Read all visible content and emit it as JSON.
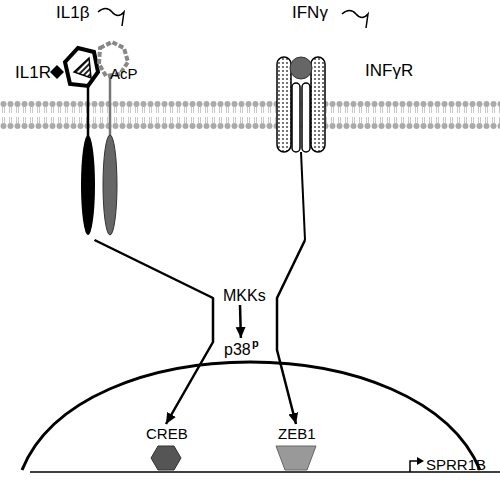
{
  "diagram": {
    "nodes": [
      {
        "text": [
          "IL1R",
          "AcP"
        ]
      },
      {
        "text": [
          "INFγR"
        ]
      },
      {
        "text": [
          "MKKs"
        ]
      },
      {
        "text": [
          "p38",
          "p"
        ]
      },
      {
        "text": [
          "CREB"
        ]
      },
      {
        "text": [
          "ZEB1"
        ]
      },
      {
        "text": [
          "SPRR1B"
        ]
      }
    ],
    "edges": [
      {
        "from": 0,
        "to": 4,
        "arrow": "to"
      },
      {
        "from": 1,
        "to": 5,
        "arrow": "to"
      },
      {
        "from": 2,
        "to": 3,
        "arrow": "to"
      }
    ],
    "labels": [
      "IL1β",
      "IFNγ"
    ]
  }
}
